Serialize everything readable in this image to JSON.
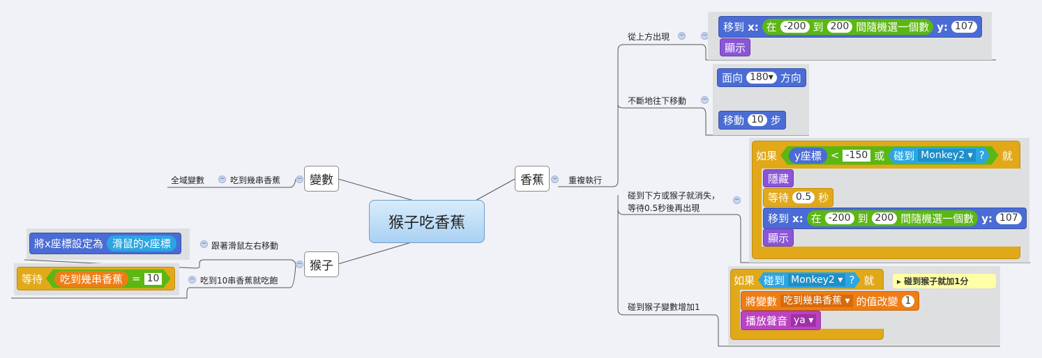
{
  "center": "猴子吃香蕉",
  "topics": {
    "variables": "變數",
    "monkey": "猴子",
    "banana": "香蕉"
  },
  "variables_branch": {
    "item": "吃到幾串香蕉",
    "sub": "全域變數"
  },
  "monkey_branch": {
    "follow": {
      "label": "跟著滑鼠左右移動",
      "block": {
        "text": "將x座標設定為",
        "reporter": "滑鼠的x座標"
      }
    },
    "full": {
      "label": "吃到10串香蕉就吃飽",
      "block": {
        "text": "等待",
        "var": "吃到幾串香蕉",
        "op": "=",
        "value": "10"
      }
    }
  },
  "banana_branch": {
    "repeat": "重複執行",
    "appear": {
      "label": "從上方出現",
      "goto": {
        "t1": "移到",
        "x": "x:",
        "in": "在",
        "from": "-200",
        "to_word": "到",
        "to": "200",
        "rand": "間隨機選一個數",
        "y": "y:",
        "yval": "107"
      },
      "show": "顯示"
    },
    "move": {
      "label": "不斷地往下移動",
      "face": {
        "t1": "面向",
        "val": "180",
        "t2": "方向"
      },
      "step": {
        "t1": "移動",
        "val": "10",
        "t2": "步"
      }
    },
    "vanish": {
      "label1": "碰到下方或猴子就消失，",
      "label2": "等待0.5秒後再出現",
      "if": "如果",
      "ypos": "y座標",
      "lt": "<",
      "lim": "-150",
      "or": "或",
      "touch": "碰到",
      "sprite": "Monkey2",
      "q": "?",
      "then": "就",
      "hide": "隱藏",
      "wait": "等待",
      "wait_val": "0.5",
      "sec": "秒",
      "goto": {
        "t1": "移到",
        "x": "x:",
        "in": "在",
        "from": "-200",
        "to_word": "到",
        "to": "200",
        "rand": "間隨機選一個數",
        "y": "y:",
        "yval": "107"
      },
      "show": "顯示"
    },
    "score": {
      "label": "碰到猴子變數增加1",
      "if": "如果",
      "touch": "碰到",
      "sprite": "Monkey2",
      "q": "?",
      "then": "就",
      "note": "碰到猴子就加1分",
      "change": {
        "t1": "將變數",
        "var": "吃到幾串香蕉",
        "t2": "的值改變",
        "val": "1"
      },
      "sound": {
        "t1": "播放聲音",
        "val": "ya"
      }
    }
  }
}
